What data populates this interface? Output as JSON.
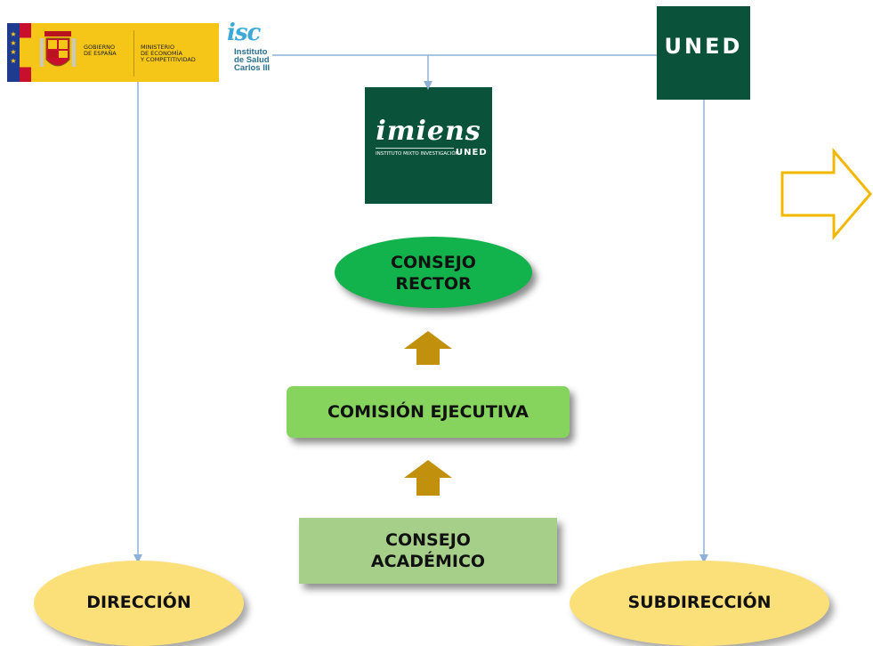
{
  "logos": {
    "gobierno_line1": "GOBIERNO",
    "gobierno_line2": "DE ESPAÑA",
    "ministerio_line1": "MINISTERIO",
    "ministerio_line2": "DE ECONOMÍA",
    "ministerio_line3": "Y COMPETITIVIDAD",
    "isciii_mark": "isc",
    "isciii_line1": "Instituto",
    "isciii_line2": "de Salud",
    "isciii_line3": "Carlos III",
    "uned": "UNED",
    "imiens": "imiens",
    "imiens_sub": "INSTITUTO MIXTO INVESTIGACIÓN",
    "imiens_uned": "UNED"
  },
  "nodes": {
    "consejo_rector": "CONSEJO\nRECTOR",
    "comision_ejecutiva": "COMISIÓN EJECUTIVA",
    "consejo_academico": "CONSEJO\nACADÉMICO",
    "direccion": "DIRECCIÓN",
    "subdireccion": "SUBDIRECCIÓN"
  },
  "colors": {
    "consejo_rector": "#12b24c",
    "comision_ejecutiva": "#86d35d",
    "consejo_academico": "#a6d08a",
    "direccion": "#fbe07a",
    "subdireccion": "#fbe07a",
    "connector_line": "#8fb0d8",
    "up_arrow": "#c1900c",
    "right_arrow_outline": "#f2b800",
    "logo_green": "#0a523a"
  }
}
